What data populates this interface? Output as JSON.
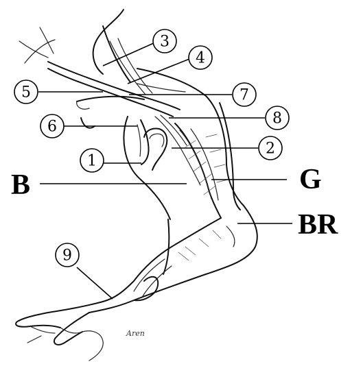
{
  "labels": {
    "n1": "1",
    "n2": "2",
    "n3": "3",
    "n4": "4",
    "n5": "5",
    "n6": "6",
    "n7": "7",
    "n8": "8",
    "n9": "9",
    "B": "B",
    "G": "G",
    "BR": "BR"
  },
  "signature": "Aren"
}
